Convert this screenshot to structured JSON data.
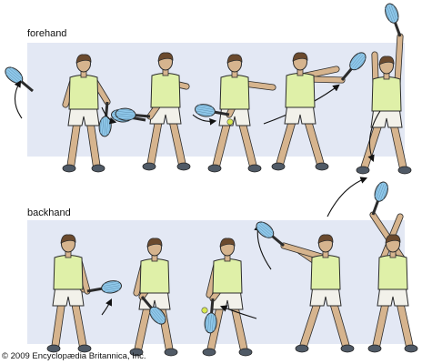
{
  "labels": {
    "forehand": "forehand",
    "backhand": "backhand"
  },
  "copyright": "© 2009 Encyclopædia Britannica, Inc.",
  "colors": {
    "panel": "#e3e8f4",
    "shirt": "#dff0a8",
    "shorts": "#f2f1ea",
    "skin": "#d6b48e",
    "hair": "#6b4a2e",
    "racket": "#8fc8ea",
    "ball": "#d8e850",
    "shoe": "#505a66",
    "arrow": "#111111"
  },
  "illustration": {
    "forehand_figures": [
      "forehand-ready",
      "forehand-backswing",
      "forehand-contact",
      "forehand-swing-through",
      "forehand-follow-through"
    ],
    "backhand_figures": [
      "backhand-ready",
      "backhand-backswing",
      "backhand-contact",
      "backhand-swing-through",
      "backhand-follow-through"
    ]
  }
}
